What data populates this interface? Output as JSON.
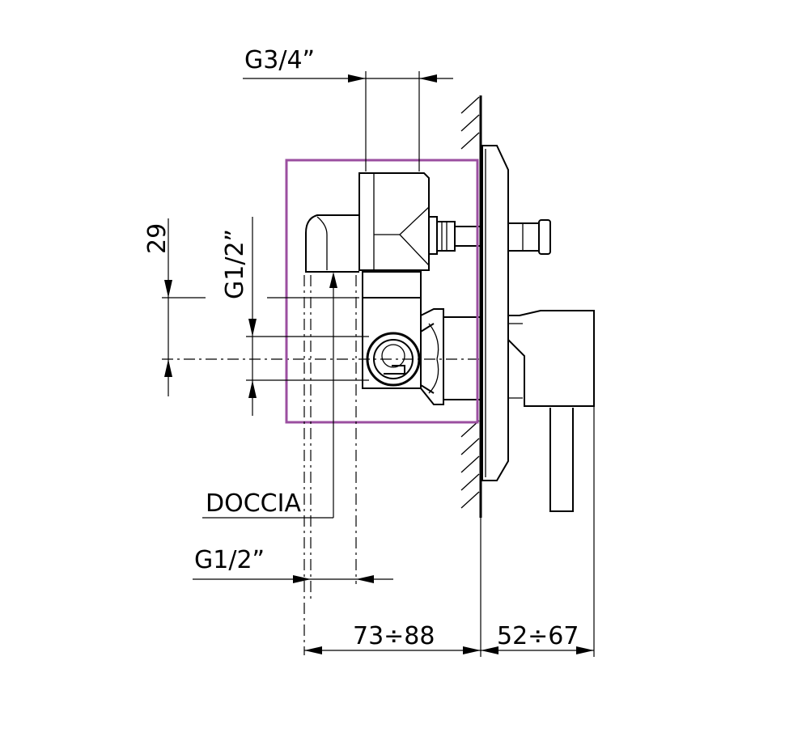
{
  "labels": {
    "g34": "G3/4”",
    "g12_vertical": "G1/2”",
    "dim29": "29",
    "doccia": "DOCCIA",
    "g12_bottom": "G1/2”",
    "dim_wall": "73÷88",
    "dim_front": "52÷67"
  },
  "colors": {
    "highlight": "#9b4fa0",
    "ink": "#000000"
  }
}
